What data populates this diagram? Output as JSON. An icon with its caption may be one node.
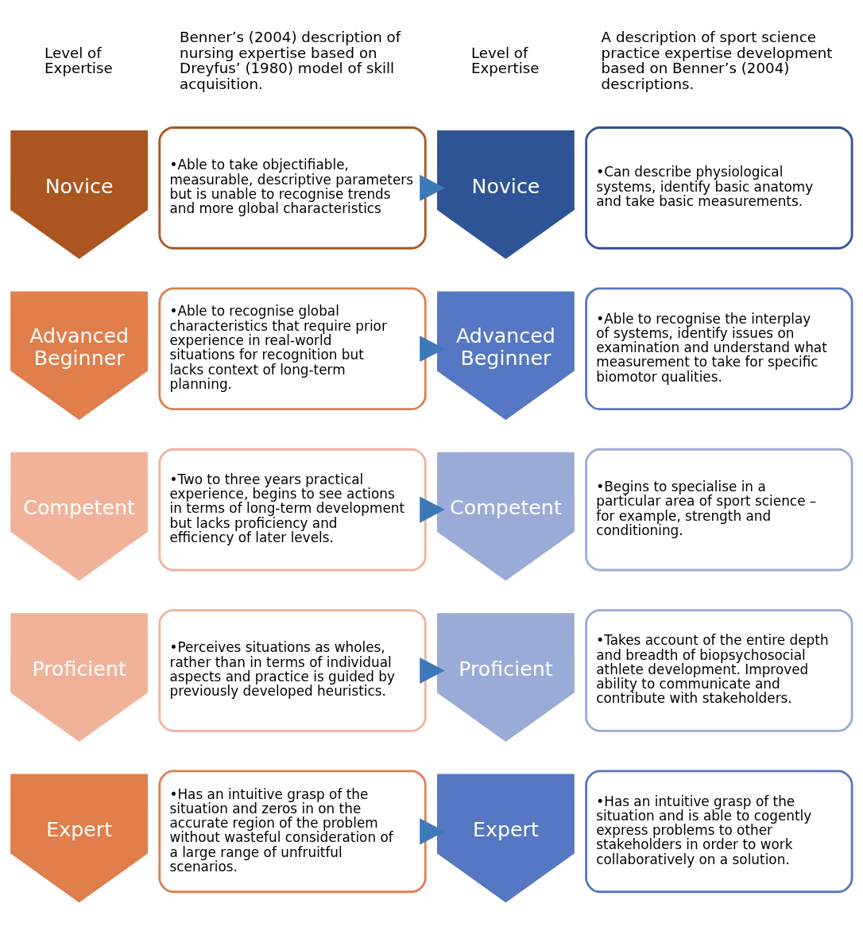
{
  "diagram": {
    "nodes": [
      {
        "text": [
          "Novice"
        ]
      },
      {
        "text": [
          "•Able to take objectifiable, measurable, descriptive parameters but is unable to recognise trends and more global characteristics"
        ]
      },
      {
        "text": [
          "Novice"
        ]
      },
      {
        "text": [
          "•Can describe physiological systems, identify basic anatomy and take basic measurements."
        ]
      },
      {
        "text": [
          "Advanced Beginner"
        ]
      },
      {
        "text": [
          "•Able to recognise global characteristics that require prior experience in real-world situations for recognition but lacks context of long-term planning."
        ]
      },
      {
        "text": [
          "Advanced Beginner"
        ]
      },
      {
        "text": [
          "•Able to recognise the interplay of systems, identify issues on examination and understand what measurement to take for specific biomotor qualities."
        ]
      },
      {
        "text": [
          "Competent"
        ]
      },
      {
        "text": [
          "•Two to three years practical experience, begins to see actions in terms of long-term development but lacks proficiency and efficiency of later levels."
        ]
      },
      {
        "text": [
          "Competent"
        ]
      },
      {
        "text": [
          "•Begins to specialise in a particular area of sport science – for example, strength and conditioning."
        ]
      },
      {
        "text": [
          "Proficient"
        ]
      },
      {
        "text": [
          "•Perceives situations as wholes, rather than in terms of individual aspects and practice is guided by previously developed heuristics."
        ]
      },
      {
        "text": [
          "Proficient"
        ]
      },
      {
        "text": [
          "•Takes account of the entire depth and breadth of biopsychosocial athlete development. Improved ability to communicate and contribute with stakeholders."
        ]
      },
      {
        "text": [
          "Expert"
        ]
      },
      {
        "text": [
          "•Has an intuitive grasp of the situation and zeros in on the accurate region of the problem without wasteful consideration of a large range of unfruitful scenarios."
        ]
      },
      {
        "text": [
          "Expert"
        ]
      },
      {
        "text": [
          "•Has an intuitive grasp of the situation and is able to cogently express problems to other stakeholders in order to work collaboratively on a solution."
        ]
      }
    ],
    "edges": [
      {
        "from": 1,
        "to": 2,
        "arrow": "to"
      },
      {
        "from": 5,
        "to": 6,
        "arrow": "to"
      },
      {
        "from": 9,
        "to": 10,
        "arrow": "to"
      },
      {
        "from": 13,
        "to": 14,
        "arrow": "to"
      },
      {
        "from": 17,
        "to": 18,
        "arrow": "to"
      }
    ],
    "labels": [
      "Level of Expertise",
      "Benner’s (2004) description of nursing expertise based on Dreyfus’ (1980) model of skill acquisition.",
      "Level of Expertise",
      "A description of sport science practice expertise development based on Benner’s (2004) descriptions."
    ]
  }
}
